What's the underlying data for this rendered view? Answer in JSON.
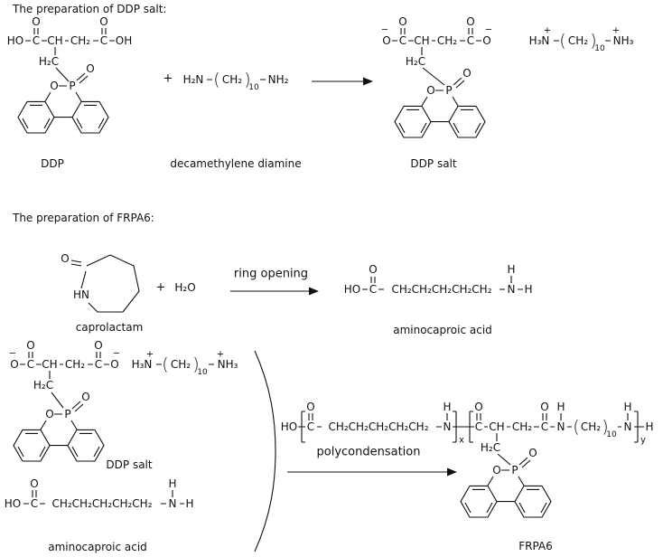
{
  "colors": {
    "ink": "#111111",
    "background": "#ffffff"
  },
  "titles": {
    "s1": "The preparation of DDP salt:",
    "s2": "The preparation of FRPA6:"
  },
  "labels": {
    "ddp": "DDP",
    "diamine": "decamethylene diamine",
    "ddp_salt": "DDP salt",
    "caprolactam": "caprolactam",
    "aminocaproic": "aminocaproic acid",
    "frpa6": "FRPA6"
  },
  "arrows": {
    "ring_opening": "ring opening",
    "polycondensation": "polycondensation"
  },
  "operators": {
    "plus": "+"
  },
  "atoms": {
    "C": "C",
    "O": "O",
    "P": "P",
    "N": "N",
    "H": "H",
    "HO": "HO",
    "OH": "OH",
    "CH": "CH",
    "CH2": "CH₂",
    "H2C": "H₂C",
    "HN": "HN",
    "H2N": "H₂N",
    "NH2": "NH₂",
    "H3N": "H₃N",
    "NH3": "NH₃",
    "H2O": "H₂O",
    "penta": "CH₂CH₂CH₂CH₂CH₂",
    "plus_charge": "+",
    "minus_charge": "−",
    "sub10": "10",
    "sub_x": "x",
    "sub_y": "y",
    "lparen": "(",
    "rparen": ")"
  }
}
